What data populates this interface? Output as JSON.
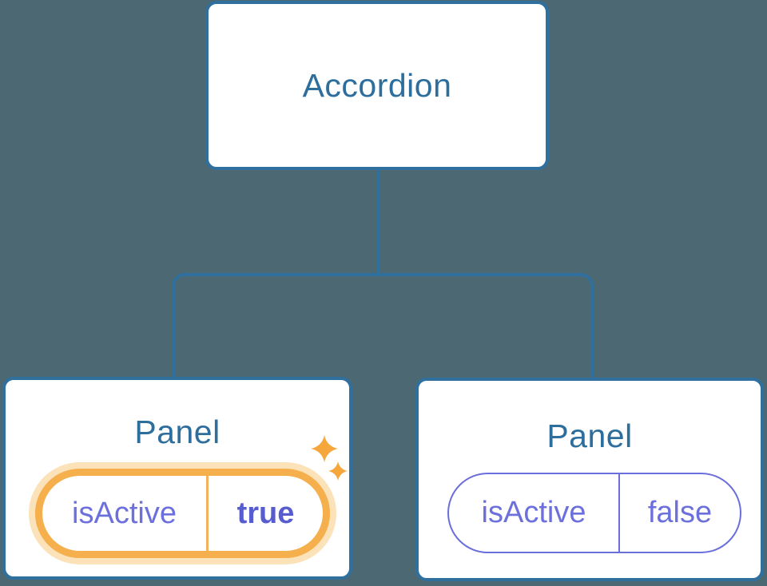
{
  "diagram": {
    "background_color": "#4C6872",
    "root_node": {
      "label": "Accordion"
    },
    "panels": [
      {
        "label": "Panel",
        "prop": {
          "key": "isActive",
          "value": "true"
        },
        "highlighted": true,
        "icon": "sparkles-icon"
      },
      {
        "label": "Panel",
        "prop": {
          "key": "isActive",
          "value": "false"
        },
        "highlighted": false
      }
    ],
    "colors": {
      "background": "#4C6872",
      "connector": "#30709F",
      "node_background": "#FFFFFF",
      "node_border": "#30709F",
      "node_label_text": "#2D6E9D",
      "prop_text": "#6C70DC",
      "prop_value_active_text": "#575CCF",
      "active_ring": "#F5AF4D",
      "active_glow": "#FBE2B8",
      "active_divider": "#F3B25C",
      "sparkle": "#F5A73B",
      "inactive_pill_border": "#6B6FDB"
    }
  }
}
